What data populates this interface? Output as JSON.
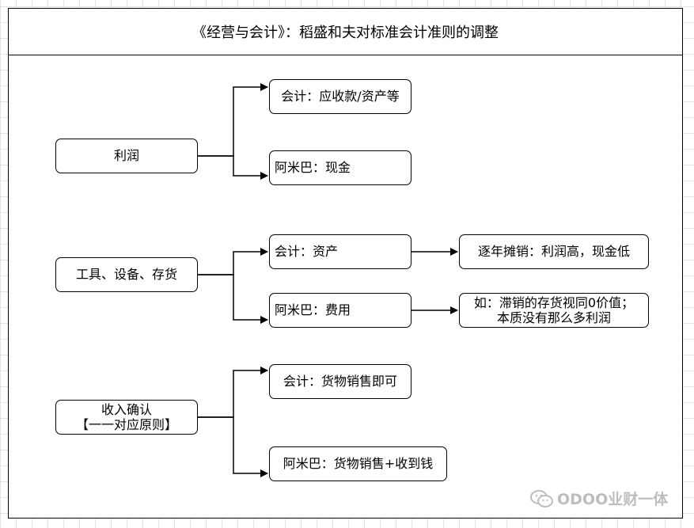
{
  "title": "《经营与会计》：稻盛和夫对标准会计准则的调整",
  "groups": [
    {
      "source": "利润",
      "accounting": "会计：应收款/资产等",
      "amoeba": "阿米巴：现金"
    },
    {
      "source": "工具、设备、存货",
      "accounting": "会计：资产",
      "accounting_result": "逐年摊销：利润高，现金低",
      "amoeba": "阿米巴：费用",
      "amoeba_result_line1": "如：滞销的存货视同0价值；",
      "amoeba_result_line2": "本质没有那么多利润"
    },
    {
      "source_line1": "收入确认",
      "source_line2": "【一一对应原则】",
      "accounting": "会计：货物销售即可",
      "amoeba": "阿米巴：货物销售+收到钱"
    }
  ],
  "watermark": {
    "icon": "wechat-icon",
    "text": "ODOO业财一体"
  }
}
